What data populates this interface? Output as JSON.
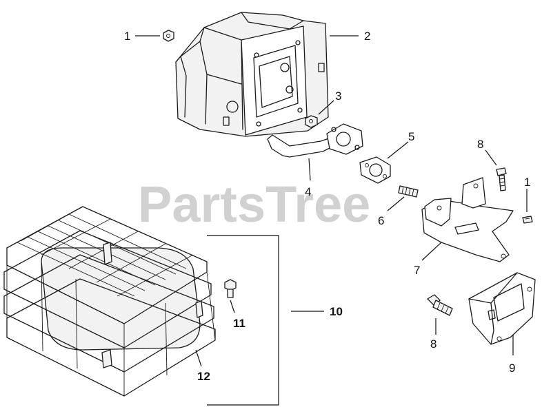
{
  "watermark": "PartsTree",
  "callouts": {
    "p1a": "1",
    "p2": "2",
    "p3": "3",
    "p4": "4",
    "p5": "5",
    "p6": "6",
    "p7": "7",
    "p8a": "8",
    "p1b": "1",
    "p8b": "8",
    "p9": "9",
    "p10": "10",
    "p11": "11",
    "p12": "12"
  }
}
